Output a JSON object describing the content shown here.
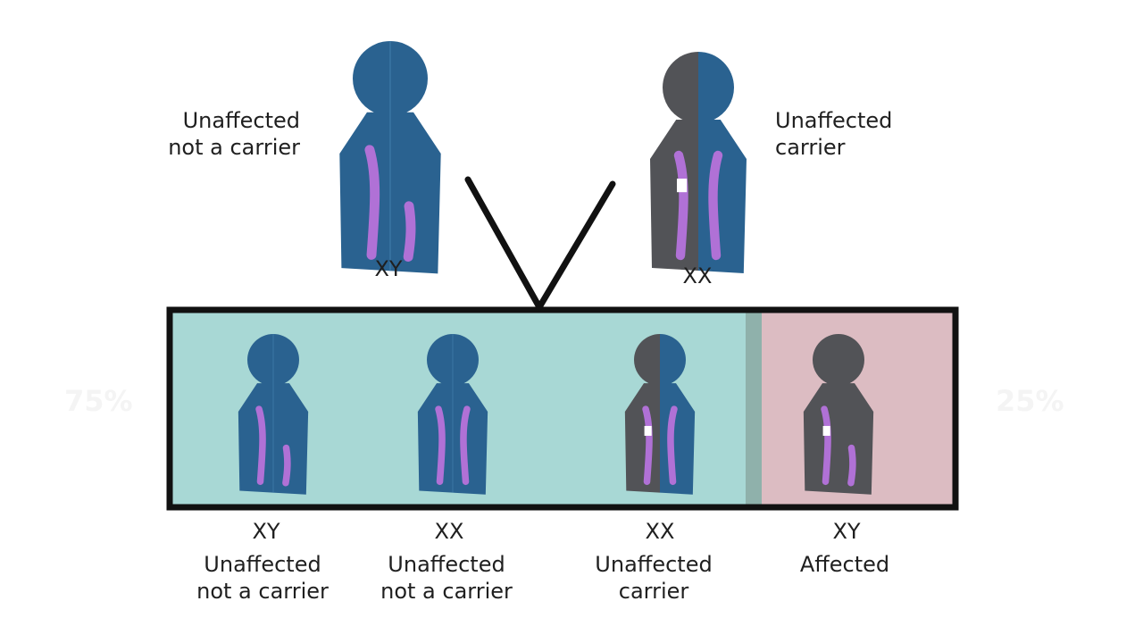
{
  "colors": {
    "blue": "#2a6290",
    "gray": "#525357",
    "chromosome": "#b071d6",
    "teal_background": "#a8d8d5",
    "pink_background": "#dcbcc2",
    "divider": "#8fb1ab",
    "frame": "#111111"
  },
  "parents": [
    {
      "id": "father",
      "label_line1": "Unaffected",
      "label_line2": "not a carrier",
      "chromosomes": "XY",
      "colors": "blue-blue",
      "marked_x": false
    },
    {
      "id": "mother",
      "label_line1": "Unaffected",
      "label_line2": "carrier",
      "chromosomes": "XX",
      "colors": "gray-blue",
      "marked_x": true
    }
  ],
  "offspring": [
    {
      "chromosomes": "XY",
      "label_line1": "Unaffected",
      "label_line2": "not a carrier",
      "colors": "blue-blue",
      "marked_x": false,
      "group": "unaffected"
    },
    {
      "chromosomes": "XX",
      "label_line1": "Unaffected",
      "label_line2": "not a carrier",
      "colors": "blue-blue",
      "marked_x": false,
      "group": "unaffected"
    },
    {
      "chromosomes": "XX",
      "label_line1": "Unaffected",
      "label_line2": "carrier",
      "colors": "gray-blue",
      "marked_x": true,
      "group": "unaffected"
    },
    {
      "chromosomes": "XY",
      "label_line1": "Affected",
      "label_line2": "",
      "colors": "gray-gray",
      "marked_x": true,
      "group": "affected"
    }
  ],
  "percentages": {
    "unaffected": "75%",
    "affected": "25%"
  }
}
